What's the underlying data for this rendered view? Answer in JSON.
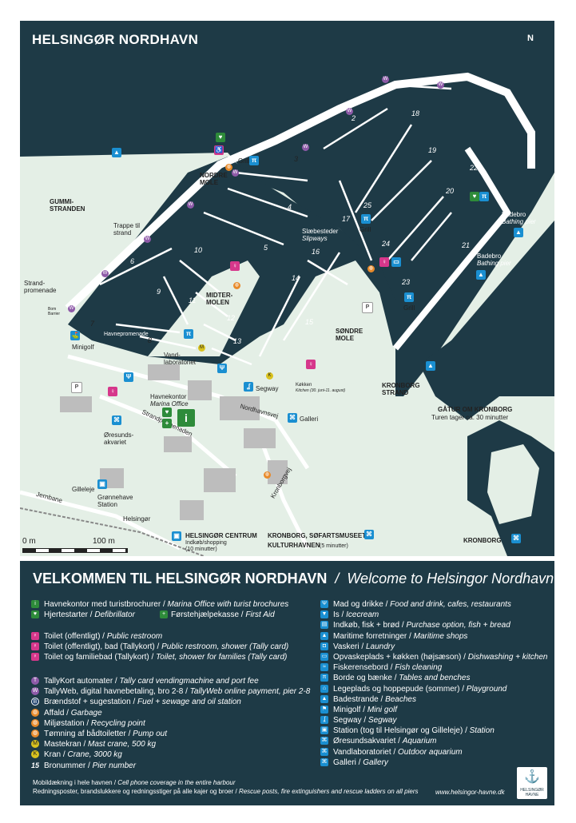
{
  "map": {
    "title": "HELSINGØR NORDHAVN",
    "north": "N",
    "areas": {
      "nordre_mole": "NORDRE\nMOLE",
      "midtermolen": "MIDTER-\nMOLEN",
      "sondre_mole": "SØNDRE\nMOLE",
      "gummistranden": "GUMMI-\nSTRANDEN",
      "kronborg_strand": "KRONBORG\nSTRAND",
      "kronborg": "KRONBORG",
      "gatur": "GÅTUR OM KRONBORG",
      "gatur_sub": "Turen tager ca. 30 minutter"
    },
    "labels": {
      "trappe": "Trappe til\nstrand",
      "strandpromenade": "Strand-\npromenade",
      "minigolf": "Minigolf",
      "havnepromenade": "Havnepromenade",
      "bom": "Bom\nBarrier",
      "vandlab": "Vand-\nlaboratoriet",
      "havnekontor": "Havnekontor",
      "marina_office": "Marina Office",
      "grill": "Grill",
      "segway": "Segway",
      "galleri": "Galleri",
      "nordhavnsvej": "Nordhavnsvej",
      "kronborgvej": "Kronborgvej",
      "strandpromenaden": "Strandpromenaden",
      "slaebesteder": "Slæbesteder",
      "slipways": "Slipways",
      "badebro": "Badebro",
      "bathing_pier": "Bathing pier",
      "kokken": "Køkken",
      "kokken_sub": "Kitchen (30. juni-11. august)",
      "oresund": "Øresunds-\nakvariet",
      "gilleleje": "Gilleleje",
      "gronnehave": "Grønnehave\nStation",
      "jernbane": "Jernbane",
      "helsingor": "Helsingør",
      "centrum": "HELSINGØR CENTRUM",
      "centrum_sub": "Indkøb/shopping\n(10 minutter)",
      "kronborg_museum": "KRONBORG, SØFARTSMUSEET",
      "kulturhavnen": "KULTURHAVNEN",
      "kulturhavnen_sub": "(5 minutter)"
    },
    "piers": [
      "2",
      "3",
      "4",
      "5",
      "6",
      "7",
      "8",
      "9",
      "10",
      "11",
      "12",
      "13",
      "14",
      "15",
      "16",
      "17",
      "18",
      "19",
      "20",
      "21",
      "22",
      "23",
      "24",
      "25"
    ],
    "scale_0": "0 m",
    "scale_100": "100 m"
  },
  "legend": {
    "title": "VELKOMMEN TIL HELSINGØR NORDHAVN",
    "title_sep": "/",
    "title_en": "Welcome to Helsingor Nordhavn",
    "left": [
      {
        "icon": "info-icon",
        "color": "#2e8b3a",
        "da": "Havnekontor med turistbrochurer",
        "en": "Marina Office with turist brochures"
      },
      {
        "icon": "heart-icon",
        "color": "#2e8b3a",
        "da": "Hjertestarter",
        "en": "Defibrillator"
      },
      {
        "icon": "toilet-icon",
        "color": "#d6378b",
        "da": "Toilet (offentligt)",
        "en": "Public restroom"
      },
      {
        "icon": "shower-icon",
        "color": "#d6378b",
        "da": "Toilet (offentligt), bad (Tallykort)",
        "en": "Public restroom, shower (Tally card)"
      },
      {
        "icon": "family-icon",
        "color": "#d6378b",
        "da": "Toilet og familiebad (Tallykort)",
        "en": "Toilet, shower for families (Tally card)"
      },
      {
        "icon": "tally-icon",
        "color": "#8e5aa8",
        "da": "TallyKort automater",
        "en": "Tally card vendingmachine and port fee"
      },
      {
        "icon": "web-icon",
        "color": "#8e5aa8",
        "da": "TallyWeb, digital havnebetaling, bro 2-8",
        "en": "TallyWeb online payment, pier 2-8"
      },
      {
        "icon": "fuel-icon",
        "color": "#1b3f6b",
        "da": "Brændstof + sugestation",
        "en": "Fuel + sewage and oil station"
      },
      {
        "icon": "garbage-icon",
        "color": "#e88a2a",
        "da": "Affald",
        "en": "Garbage"
      },
      {
        "icon": "recycle-icon",
        "color": "#e88a2a",
        "da": "Miljøstation",
        "en": "Recycling point"
      },
      {
        "icon": "pump-icon",
        "color": "#e88a2a",
        "da": "Tømning af bådtoiletter",
        "en": "Pump out"
      },
      {
        "icon": "mast-icon",
        "color": "#d9c21e",
        "da": "Mastekran",
        "en": "Mast crane, 500 kg"
      },
      {
        "icon": "crane-icon",
        "color": "#d9c21e",
        "da": "Kran",
        "en": "Crane, 3000 kg"
      },
      {
        "icon": "number-icon",
        "color": "",
        "da": "Bronummer",
        "en": "Pier number"
      }
    ],
    "first_aid": {
      "da": "Førstehjælpekasse",
      "en": "First Aid"
    },
    "right": [
      {
        "icon": "food-icon",
        "color": "#1a8fd1",
        "da": "Mad og drikke",
        "en": "Food and drink, cafes, restaurants"
      },
      {
        "icon": "icecream-icon",
        "color": "#1a8fd1",
        "da": "Is",
        "en": "Icecream"
      },
      {
        "icon": "shop-icon",
        "color": "#1a8fd1",
        "da": "Indkøb, fisk + brød",
        "en": "Purchase option, fish + bread"
      },
      {
        "icon": "maritime-icon",
        "color": "#1a8fd1",
        "da": "Maritime forretninger",
        "en": "Maritime shops"
      },
      {
        "icon": "laundry-icon",
        "color": "#1a8fd1",
        "da": "Vaskeri",
        "en": "Laundry"
      },
      {
        "icon": "kitchen-icon",
        "color": "#1a8fd1",
        "da": "Opvaskeplads + køkken (højsæson)",
        "en": "Dishwashing + kitchen"
      },
      {
        "icon": "fish-icon",
        "color": "#1a8fd1",
        "da": "Fiskerensebord",
        "en": "Fish cleaning"
      },
      {
        "icon": "table-icon",
        "color": "#1a8fd1",
        "da": "Borde og bænke",
        "en": "Tables and benches"
      },
      {
        "icon": "playground-icon",
        "color": "#1a8fd1",
        "da": "Legeplads og hoppepude (sommer)",
        "en": "Playground"
      },
      {
        "icon": "beach-icon",
        "color": "#1a8fd1",
        "da": "Badestrande",
        "en": "Beaches"
      },
      {
        "icon": "minigolf-icon",
        "color": "#1a8fd1",
        "da": "Minigolf",
        "en": "Mini golf"
      },
      {
        "icon": "segway-icon",
        "color": "#1a8fd1",
        "da": "Segway",
        "en": "Segway"
      },
      {
        "icon": "station-icon",
        "color": "#1a8fd1",
        "da": "Station (tog til Helsingør og Gilleleje)",
        "en": "Station"
      },
      {
        "icon": "aquarium-icon",
        "color": "#1a8fd1",
        "da": "Øresundsakvariet",
        "en": "Aquarium"
      },
      {
        "icon": "outdoor-aquarium-icon",
        "color": "#1a8fd1",
        "da": "Vandlaboratoriet",
        "en": "Outdoor aquarium"
      },
      {
        "icon": "gallery-icon",
        "color": "#1a8fd1",
        "da": "Galleri",
        "en": "Gallery"
      }
    ],
    "number_sample": "15",
    "footer_1_da": "Mobildækning i hele havnen",
    "footer_1_en": "Cell phone coverage in the entire harbour",
    "footer_2_da": "Redningsposter, brandslukkere og redningsstiger på alle kajer og broer",
    "footer_2_en": "Rescue posts, fire extinguishers and rescue ladders on all piers",
    "website": "www.helsingor-havne.dk",
    "logo_text": "HELSINGØR HAVNE"
  },
  "colors": {
    "water": "#1e3a46",
    "land": "#d9e8dc",
    "roads": "#ffffff",
    "buildings": "#bdbdbd",
    "quay": "#ffffff"
  }
}
